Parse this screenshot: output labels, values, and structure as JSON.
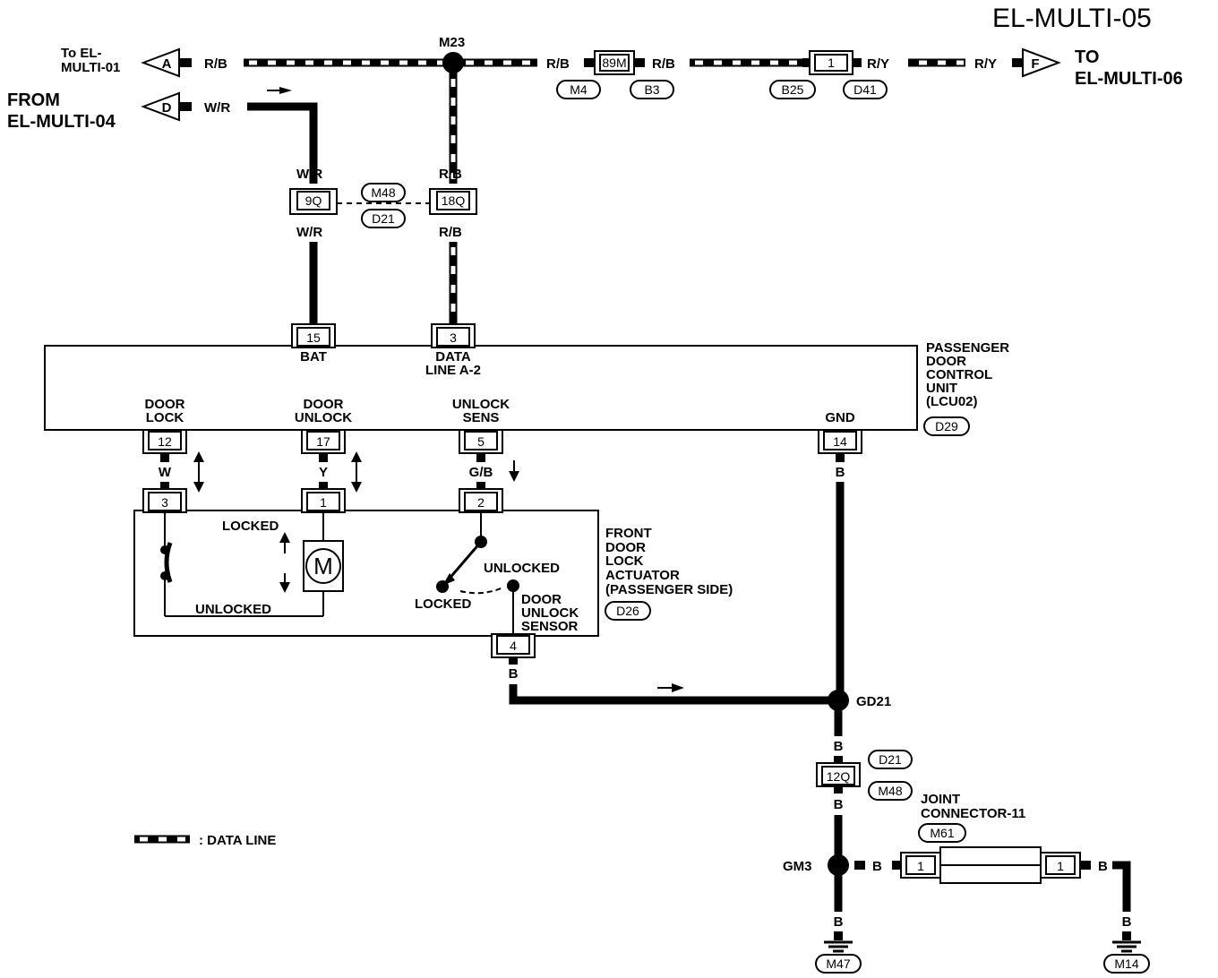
{
  "title": "EL-MULTI-05",
  "connectors_offpage": {
    "a": {
      "letter": "A",
      "text_l1": "To EL-",
      "text_l2": "MULTI-01",
      "wire": "R/B"
    },
    "d": {
      "letter": "D",
      "text_l1": "FROM",
      "text_l2": "EL-MULTI-04",
      "wire": "W/R"
    },
    "f": {
      "letter": "F",
      "text_l1": "TO",
      "text_l2": "EL-MULTI-06",
      "wire": "R/Y"
    }
  },
  "top_wire": {
    "junction": "M23",
    "wire_after_junction": "R/B",
    "conn_89m": "89M",
    "wire_after_89m": "R/B",
    "conn_1": "1",
    "wire_after_1": "R/Y",
    "pill_m4": "M4",
    "pill_b3": "B3",
    "pill_b25": "B25",
    "pill_d41": "D41"
  },
  "mid_connectors": {
    "wr_top": "W/R",
    "wr_bottom": "W/R",
    "rb_top": "R/B",
    "rb_bottom": "R/B",
    "conn_9q": "9Q",
    "conn_18q": "18Q",
    "pill_m48": "M48",
    "pill_d21": "D21"
  },
  "control_unit": {
    "name_lines": [
      "PASSENGER",
      "DOOR",
      "CONTROL",
      "UNIT",
      "(LCU02)"
    ],
    "pill": "D29",
    "pin15": "15",
    "pin15_label": "BAT",
    "pin3": "3",
    "pin3_label_l1": "DATA",
    "pin3_label_l2": "LINE A-2",
    "pin12": "12",
    "pin12_l1": "DOOR",
    "pin12_l2": "LOCK",
    "pin17": "17",
    "pin17_l1": "DOOR",
    "pin17_l2": "UNLOCK",
    "pin5": "5",
    "pin5_l1": "UNLOCK",
    "pin5_l2": "SENS",
    "pin14": "14",
    "pin14_label": "GND"
  },
  "wires_mid": {
    "w": "W",
    "y": "Y",
    "gb": "G/B",
    "b": "B"
  },
  "actuator": {
    "name_lines": [
      "FRONT",
      "DOOR",
      "LOCK",
      "ACTUATOR",
      "(PASSENGER SIDE)"
    ],
    "pill": "D26",
    "pin3": "3",
    "pin1": "1",
    "pin2": "2",
    "pin4": "4",
    "locked_top": "LOCKED",
    "unlocked_bottom": "UNLOCKED",
    "motor": "M",
    "switch_unlocked": "UNLOCKED",
    "switch_locked": "LOCKED",
    "sensor_lines": [
      "DOOR",
      "UNLOCK",
      "SENSOR"
    ],
    "pin4_wire": "B"
  },
  "ground_section": {
    "gd21": "GD21",
    "wire_b1": "B",
    "pill_d21": "D21",
    "conn_12q": "12Q",
    "pill_m48": "M48",
    "wire_b2": "B",
    "joint_l1": "JOINT",
    "joint_l2": "CONNECTOR-11",
    "pill_m61": "M61",
    "gm3": "GM3",
    "wire_b3": "B",
    "jc_pin_left": "1",
    "jc_pin_right": "1",
    "wire_b4": "B",
    "wire_b5": "B",
    "wire_b6": "B",
    "ground_m47": "M47",
    "ground_m14": "M14"
  },
  "legend": {
    "text": ": DATA LINE"
  }
}
